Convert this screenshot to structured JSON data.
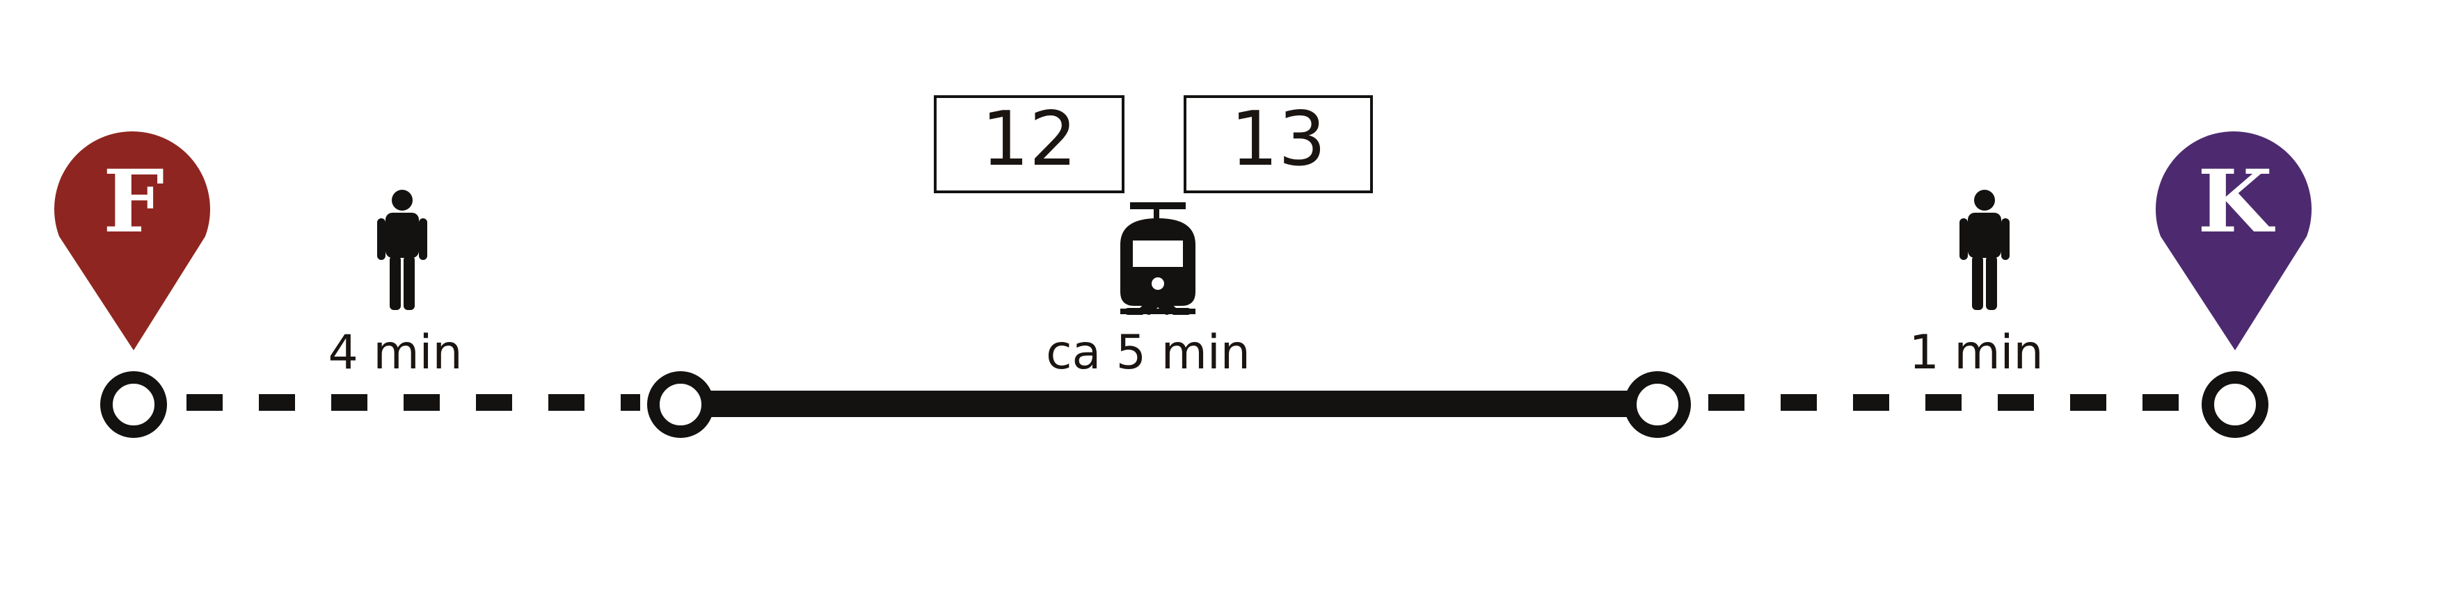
{
  "route": {
    "start": {
      "letter": "F",
      "color": "#8f2520"
    },
    "end": {
      "letter": "K",
      "color": "#4d2a6f"
    },
    "walk_to_stop": {
      "icon": "person-walking-icon",
      "duration": "4 min"
    },
    "tram_ride": {
      "icon": "tram-icon",
      "duration": "ca 5 min",
      "lines": [
        "12",
        "13"
      ]
    },
    "walk_to_destination": {
      "icon": "person-walking-icon",
      "duration": "1 min"
    }
  },
  "colors": {
    "line": "#141210",
    "text": "#1b1512",
    "background": "#ffffff"
  }
}
